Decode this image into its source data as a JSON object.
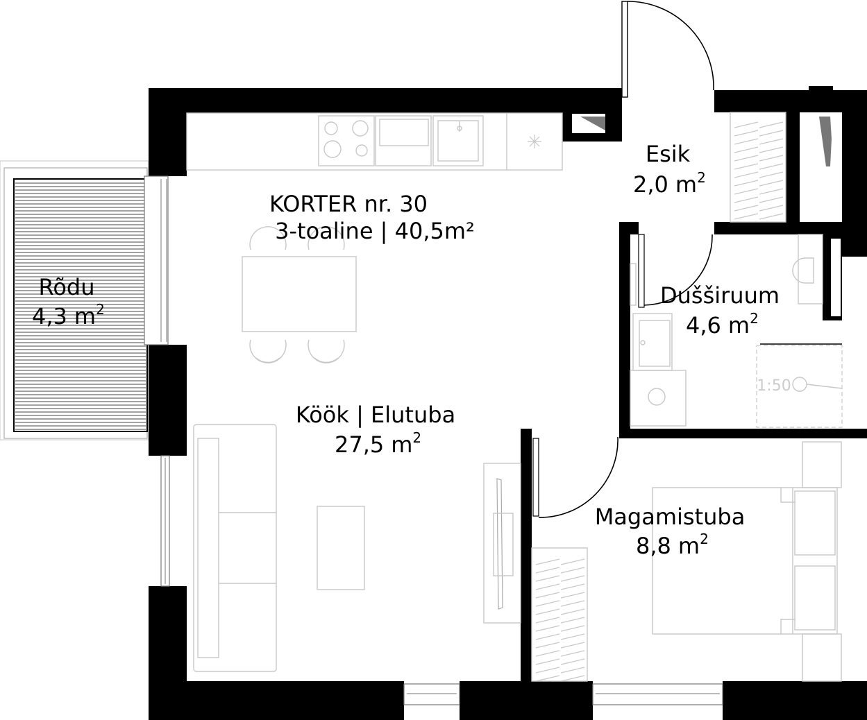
{
  "apartment": {
    "title": "KORTER nr. 30",
    "subtitle": "3-toaline | 40,5m²"
  },
  "rooms": [
    {
      "id": "esik",
      "name": "Esik",
      "area": "2,0",
      "unit": "m",
      "exp": "2"
    },
    {
      "id": "dussiruum",
      "name": "Dušširuum",
      "area": "4,6",
      "unit": "m",
      "exp": "2"
    },
    {
      "id": "rodu",
      "name": "Rõdu",
      "area": "4,3",
      "unit": "m",
      "exp": "2"
    },
    {
      "id": "kook",
      "name": "Köök | Elutuba",
      "area": "27,5",
      "unit": "m",
      "exp": "2"
    },
    {
      "id": "magamistuba",
      "name": "Magamistuba",
      "area": "8,8",
      "unit": "m",
      "exp": "2"
    }
  ],
  "scale": "1:50",
  "colors": {
    "wall": "#000000",
    "furniture": "#c8c8c8",
    "label": "#000000",
    "background": "#ffffff"
  }
}
